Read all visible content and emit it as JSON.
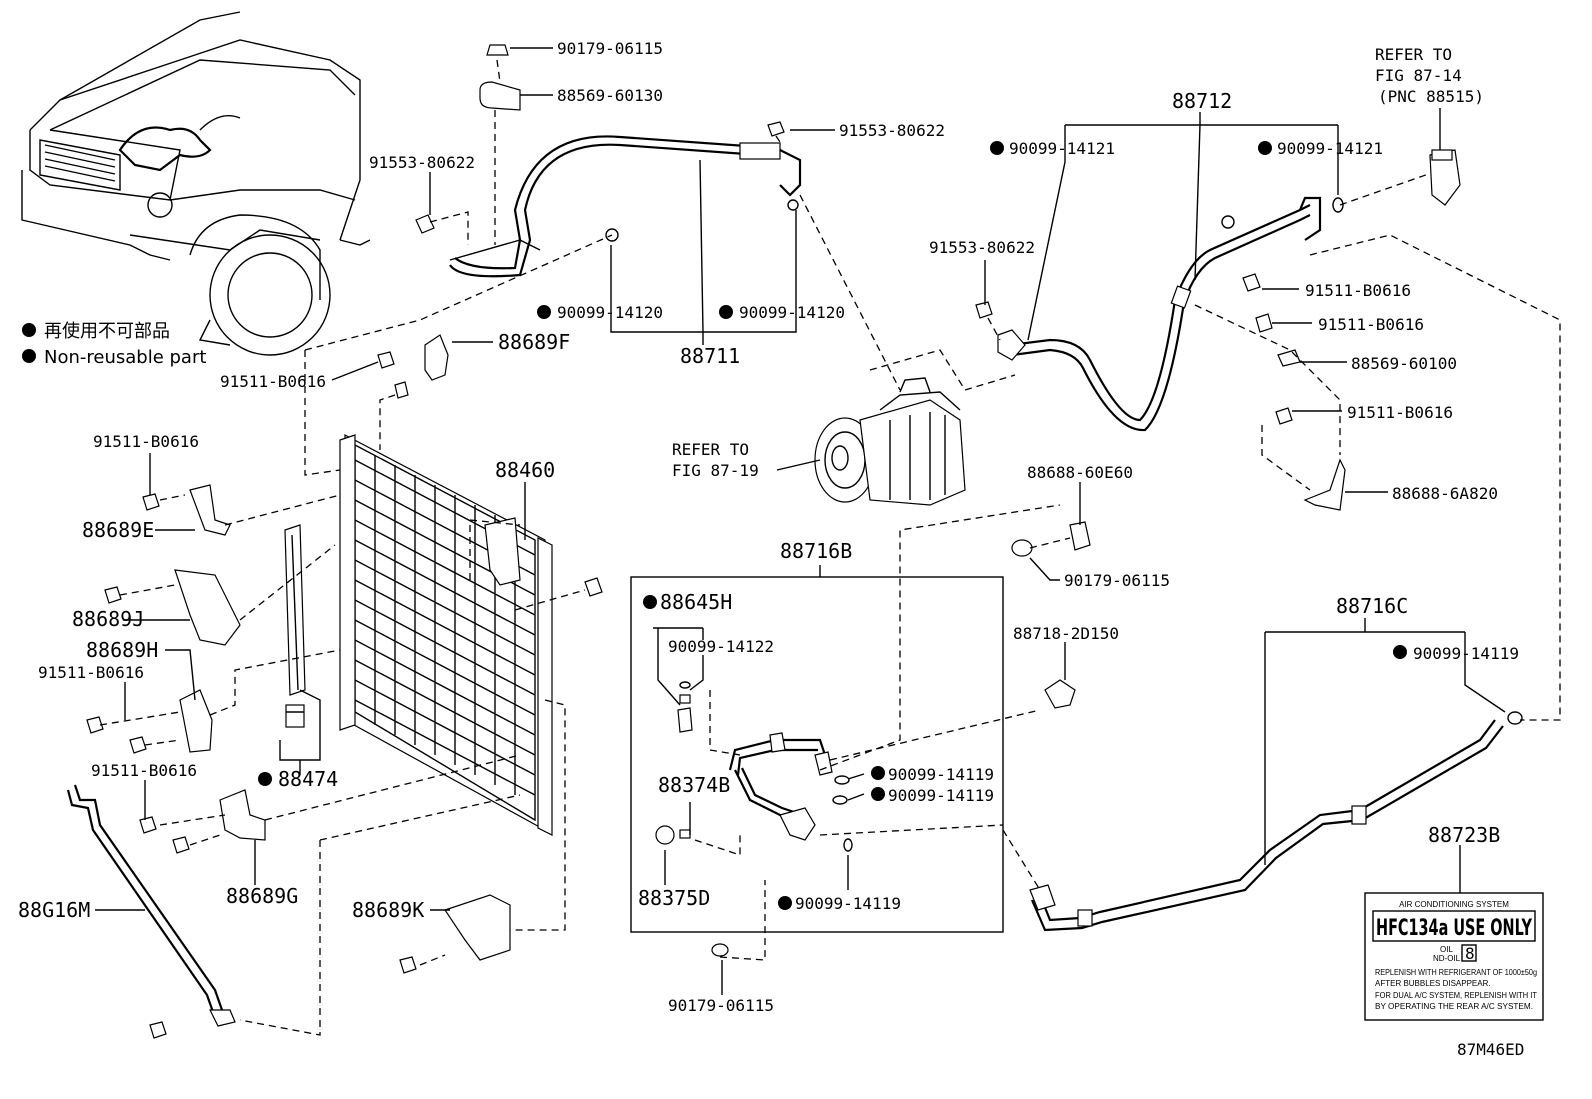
{
  "diagram_id": "87M46ED",
  "legend": {
    "jp": "再使用不可部品",
    "en": "Non-reusable part"
  },
  "references": {
    "fig_87_14": {
      "l1": "REFER TO",
      "l2": "FIG 87-14",
      "l3": "(PNC 88515)"
    },
    "fig_87_19": {
      "l1": "REFER TO",
      "l2": "FIG 87-19"
    }
  },
  "parts": {
    "p_90179_06115_top": "90179-06115",
    "p_88569_60130": "88569-60130",
    "p_91553_80622_a": "91553-80622",
    "p_91553_80622_b": "91553-80622",
    "p_91553_80622_c": "91553-80622",
    "p_90099_14120_a": "90099-14120",
    "p_90099_14120_b": "90099-14120",
    "p_88711": "88711",
    "p_88712": "88712",
    "p_90099_14121_a": "90099-14121",
    "p_90099_14121_b": "90099-14121",
    "p_91511_b0616_r1": "91511-B0616",
    "p_91511_b0616_r2": "91511-B0616",
    "p_88569_60100": "88569-60100",
    "p_91511_b0616_r3": "91511-B0616",
    "p_88688_6a820": "88688-6A820",
    "p_88688_60e60": "88688-60E60",
    "p_90179_06115_mid": "90179-06115",
    "p_88718_2d150": "88718-2D150",
    "p_88716c": "88716C",
    "p_90099_14119_r": "90099-14119",
    "p_88723b": "88723B",
    "p_88689f": "88689F",
    "p_91511_b0616_l1": "91511-B0616",
    "p_91511_b0616_l2": "91511-B0616",
    "p_88460": "88460",
    "p_88689e": "88689E",
    "p_88689j": "88689J",
    "p_88689h": "88689H",
    "p_91511_b0616_l3": "91511-B0616",
    "p_88474": "88474",
    "p_91511_b0616_l4": "91511-B0616",
    "p_88689g": "88689G",
    "p_88g16m": "88G16M",
    "p_88689k": "88689K",
    "p_88716b": "88716B",
    "p_88645h": "88645H",
    "p_90099_14122": "90099-14122",
    "p_90099_14119_b1": "90099-14119",
    "p_90099_14119_b2": "90099-14119",
    "p_88374b": "88374B",
    "p_88375d": "88375D",
    "p_90099_14119_b3": "90099-14119",
    "p_90179_06115_bot": "90179-06115"
  },
  "label_plate": {
    "header": "AIR CONDITIONING SYSTEM",
    "main": "HFC134a USE ONLY",
    "oil_label": "OIL",
    "oil_sub": "ND-OIL",
    "oil_num": "8",
    "line1": "REPLENISH WITH REFRIGERANT OF 1000±50g",
    "line2": "AFTER BUBBLES DISAPPEAR.",
    "line3": "FOR DUAL A/C SYSTEM, REPLENISH WITH IT",
    "line4": "BY OPERATING THE REAR A/C SYSTEM."
  }
}
